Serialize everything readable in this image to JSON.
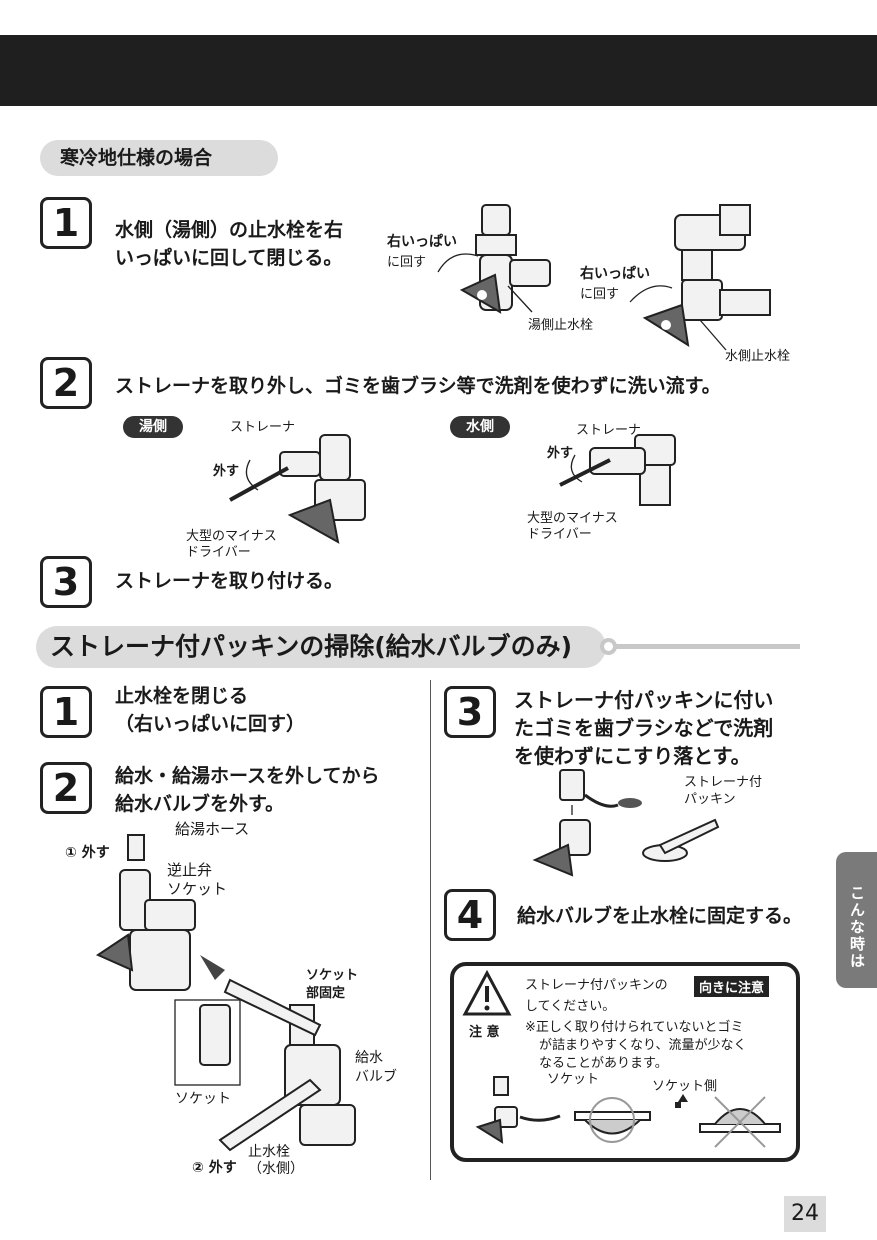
{
  "section1": {
    "title": "寒冷地仕様の場合",
    "steps": [
      {
        "num": "1",
        "text_line1": "水側（湯側）の止水栓を右",
        "text_line2": "いっぱいに回して閉じる。"
      },
      {
        "num": "2",
        "text": "ストレーナを取り外し、ゴミを歯ブラシ等で洗剤を使わずに洗い流す。"
      },
      {
        "num": "3",
        "text": "ストレーナを取り付ける。"
      }
    ],
    "fig1": {
      "hot_turn_line1": "右いっぱい",
      "hot_turn_line2": "に回す",
      "hot_valve": "湯側止水栓",
      "cold_turn_line1": "右いっぱい",
      "cold_turn_line2": "に回す",
      "cold_valve": "水側止水栓"
    },
    "fig2": {
      "hot_tag": "湯側",
      "cold_tag": "水側",
      "strainer": "ストレーナ",
      "remove": "外す",
      "driver_line1": "大型のマイナス",
      "driver_line2": "ドライバー"
    }
  },
  "section2": {
    "title": "ストレーナ付パッキンの掃除(給水バルブのみ)",
    "steps": [
      {
        "num": "1",
        "text_line1": "止水栓を閉じる",
        "text_line2": "（右いっぱいに回す）"
      },
      {
        "num": "2",
        "text_line1": "給水・給湯ホースを外してから",
        "text_line2": "給水バルブを外す。"
      },
      {
        "num": "3",
        "text_line1": "ストレーナ付パッキンに付い",
        "text_line2": "たゴミを歯ブラシなどで洗剤",
        "text_line3": "を使わずにこすり落とす。"
      },
      {
        "num": "4",
        "text": "給水バルブを止水栓に固定する。"
      }
    ],
    "fig_left": {
      "remove1": "① 外す",
      "hot_hose": "給湯ホース",
      "check_valve_line1": "逆止弁",
      "check_valve_line2": "ソケット",
      "socket_fix_line1": "ソケット",
      "socket_fix_line2": "部固定",
      "supply_valve_line1": "給水",
      "supply_valve_line2": "バルブ",
      "socket": "ソケット",
      "stop_valve_line1": "止水栓",
      "stop_valve_line2": "（水側）",
      "remove2": "② 外す"
    },
    "fig_right": {
      "packing_line1": "ストレーナ付",
      "packing_line2": "パッキン"
    },
    "caution": {
      "label": "注 意",
      "line1": "ストレーナ付パッキンの",
      "highlight": "向きに注意",
      "line2": "してください。",
      "note_line1": "※正しく取り付けられていないとゴミ",
      "note_line2": "が詰まりやすくなり、流量が少なく",
      "note_line3": "なることがあります。",
      "socket": "ソケット",
      "socket_side": "ソケット側"
    }
  },
  "side_tab": "こんな時は",
  "page_number": "24"
}
